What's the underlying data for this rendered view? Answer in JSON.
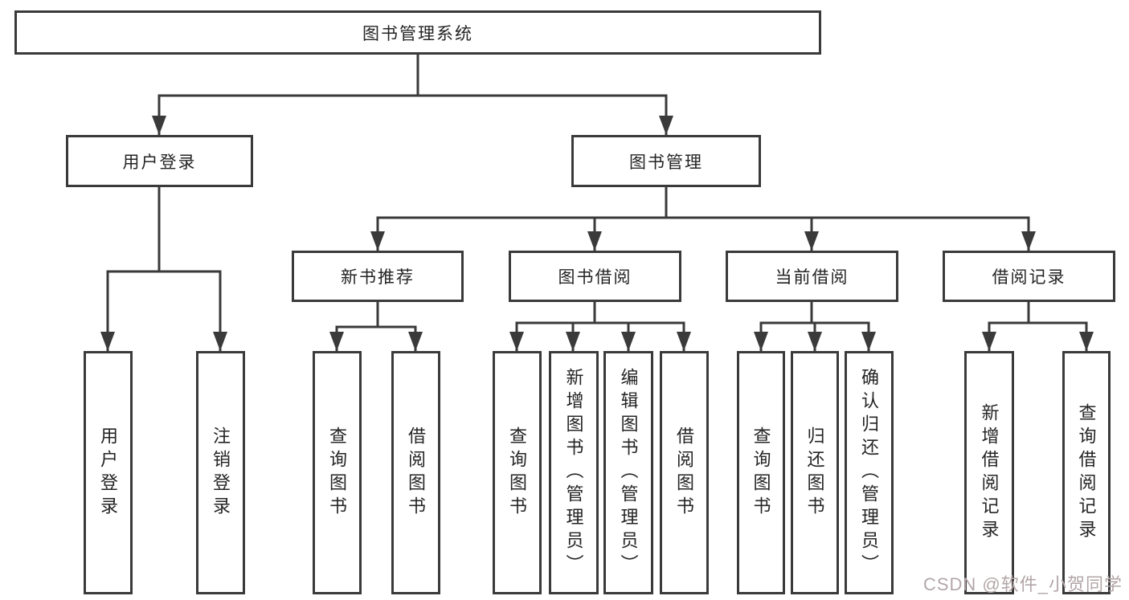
{
  "tree": {
    "label": "图书管理系统",
    "children": [
      {
        "label": "用户登录",
        "children": [
          {
            "label": "用户登录"
          },
          {
            "label": "注销登录"
          }
        ]
      },
      {
        "label": "图书管理",
        "children": [
          {
            "label": "新书推荐",
            "children": [
              {
                "label": "查询图书"
              },
              {
                "label": "借阅图书"
              }
            ]
          },
          {
            "label": "图书借阅",
            "children": [
              {
                "label": "查询图书"
              },
              {
                "label": "新增图书（管理员）"
              },
              {
                "label": "编辑图书（管理员）"
              },
              {
                "label": "借阅图书"
              }
            ]
          },
          {
            "label": "当前借阅",
            "children": [
              {
                "label": "查询图书"
              },
              {
                "label": "归还图书"
              },
              {
                "label": "确认归还（管理员）"
              }
            ]
          },
          {
            "label": "借阅记录",
            "children": [
              {
                "label": "新增借阅记录"
              },
              {
                "label": "查询借阅记录"
              }
            ]
          }
        ]
      }
    ]
  },
  "colors": {
    "line": "#3a3a3a",
    "text": "#242424",
    "watermark": "#b3a6a8"
  },
  "watermark": {
    "text": "CSDN @软件_小贺同学",
    "color": "#b3a6a8"
  }
}
